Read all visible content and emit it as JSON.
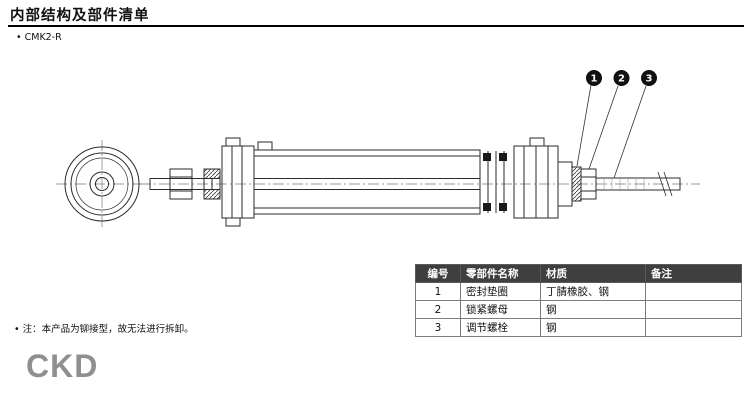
{
  "page": {
    "title": "内部结构及部件清单",
    "model": "• CMK2-R",
    "note": "• 注：本产品为铆接型，故无法进行拆卸。",
    "logo": "CKD"
  },
  "diagram": {
    "description": "CMK2-R cylinder internal structure: left circular end view, side section view with rod, tube, piston seals, adjusting bolt",
    "callouts": [
      {
        "label": "1"
      },
      {
        "label": "2"
      },
      {
        "label": "3"
      }
    ]
  },
  "parts_table": {
    "headers": [
      "编号",
      "零部件名称",
      "材质",
      "备注"
    ],
    "rows": [
      {
        "no": "1",
        "name": "密封垫圈",
        "material": "丁腈橡胶、钢",
        "remark": ""
      },
      {
        "no": "2",
        "name": "锁紧螺母",
        "material": "钢",
        "remark": ""
      },
      {
        "no": "3",
        "name": "调节螺栓",
        "material": "钢",
        "remark": ""
      }
    ]
  },
  "colors": {
    "table_header_bg": "#3f3f3f",
    "logo_gray": "#8f8f8f",
    "line": "#2b2b2b"
  }
}
